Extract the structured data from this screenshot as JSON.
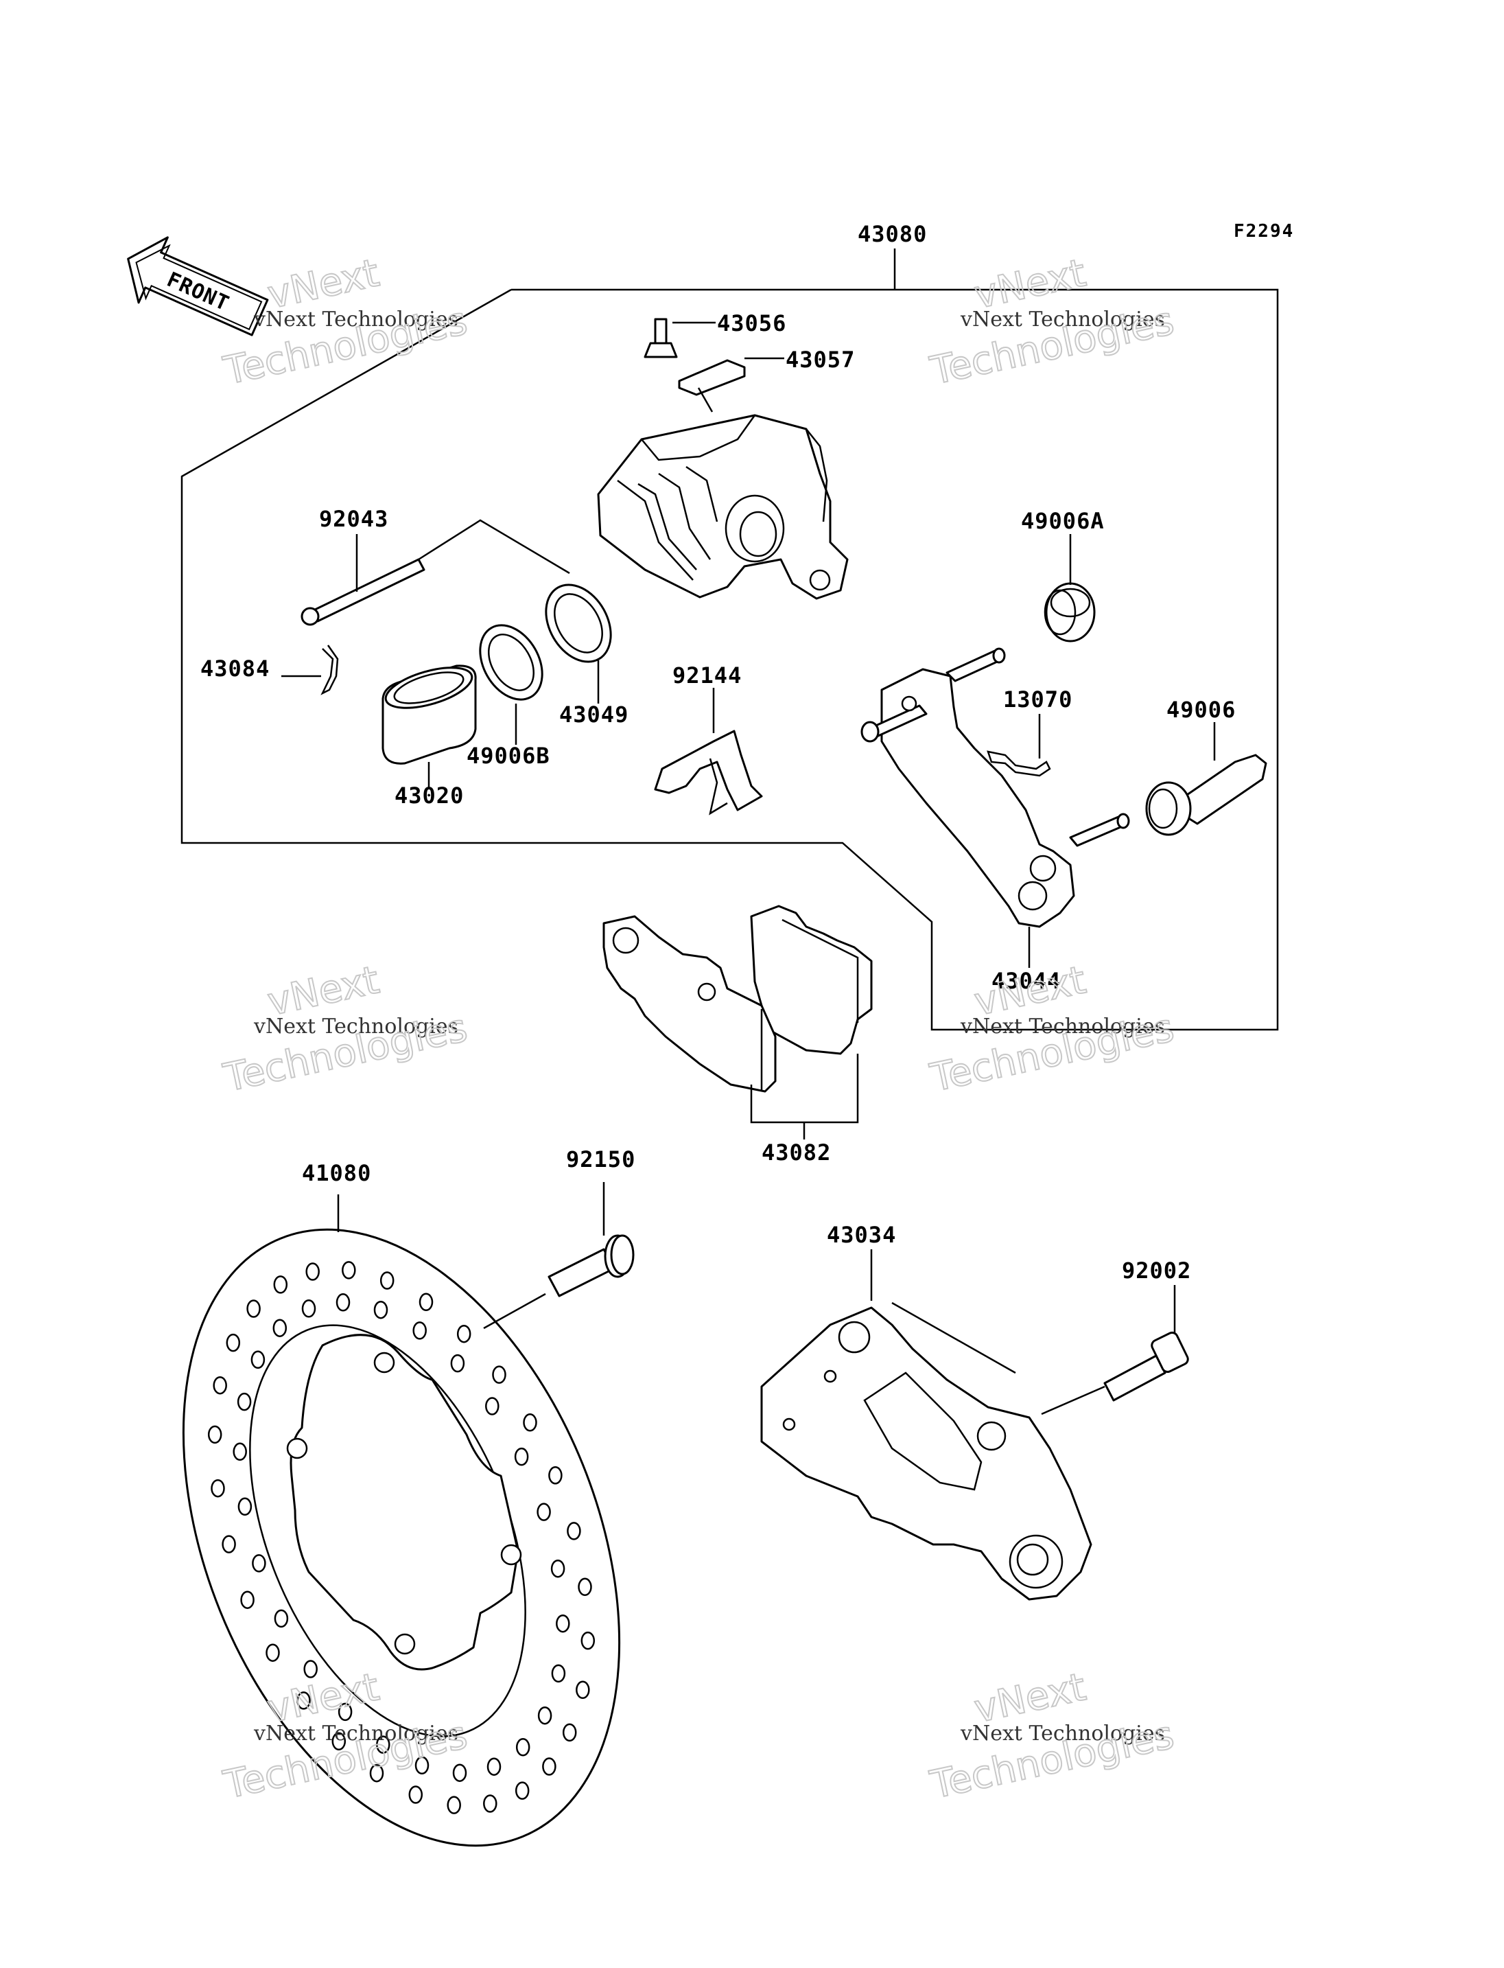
{
  "figure_code": "F2294",
  "front_arrow": "FRONT",
  "watermark": {
    "line1": "vNext Technologies",
    "big_top": "vNext",
    "big_bottom": "Technologies"
  },
  "parts": {
    "p43080": "43080",
    "p43056": "43056",
    "p43057": "43057",
    "p92043": "92043",
    "p43084": "43084",
    "p43020": "43020",
    "p49006B": "49006B",
    "p43049": "43049",
    "p92144": "92144",
    "p49006A": "49006A",
    "p13070": "13070",
    "p49006": "49006",
    "p43044": "43044",
    "p43082": "43082",
    "p41080": "41080",
    "p92150": "92150",
    "p43034": "43034",
    "p92002": "92002"
  }
}
